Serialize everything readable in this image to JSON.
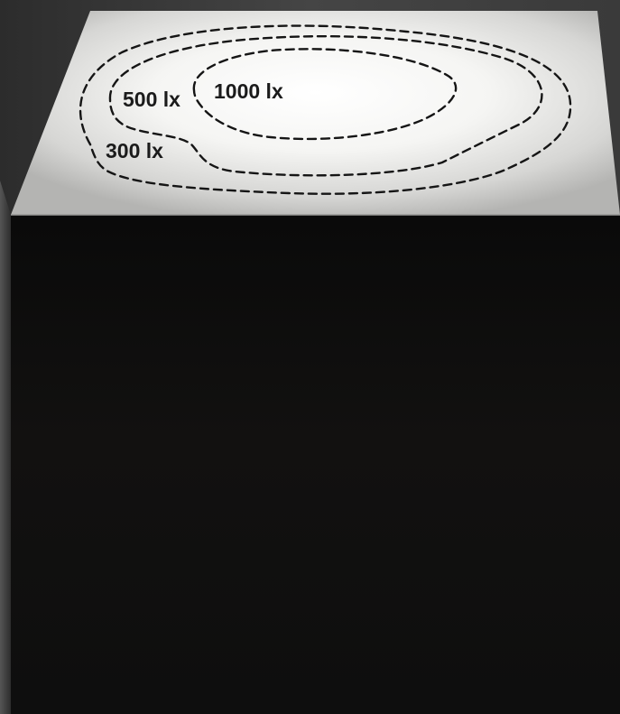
{
  "figure": {
    "colors": {
      "background": "#3a3a3a",
      "box_front": "#0d0d0d",
      "top_surface_lit": "#ffffff",
      "top_surface_edge": "#b9b9b9",
      "contour_line": "#151515",
      "label_text": "#1b1b1b"
    },
    "contours": [
      {
        "illuminance_lx": 1000,
        "label": "1000 lx"
      },
      {
        "illuminance_lx": 500,
        "label": "500 lx"
      },
      {
        "illuminance_lx": 300,
        "label": "300 lx"
      }
    ]
  }
}
